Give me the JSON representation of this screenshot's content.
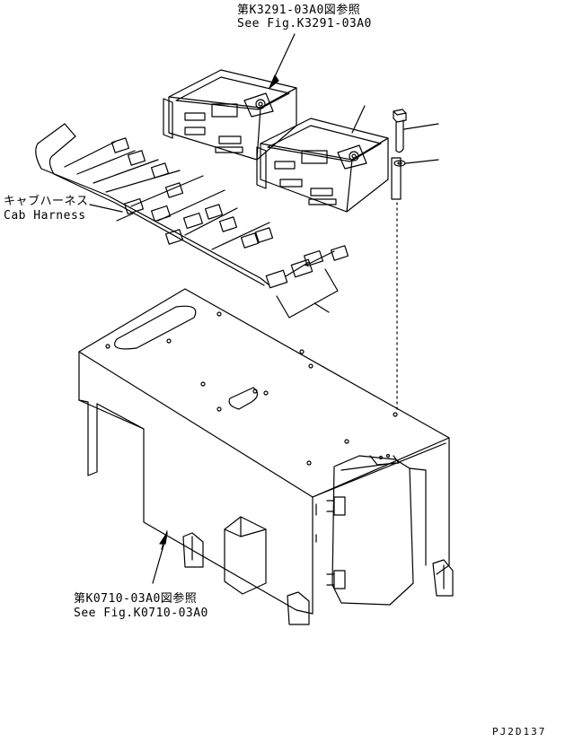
{
  "callouts": {
    "controller_ref_jp": "第K3291-03A0図参照",
    "controller_ref_en": "See Fig.K3291-03A0",
    "harness_jp": "キャブハーネス",
    "harness_en": "Cab Harness",
    "frame_ref_jp": "第K0710-03A0図参照",
    "frame_ref_en": "See Fig.K0710-03A0"
  },
  "drawing_code": "PJ2D137"
}
